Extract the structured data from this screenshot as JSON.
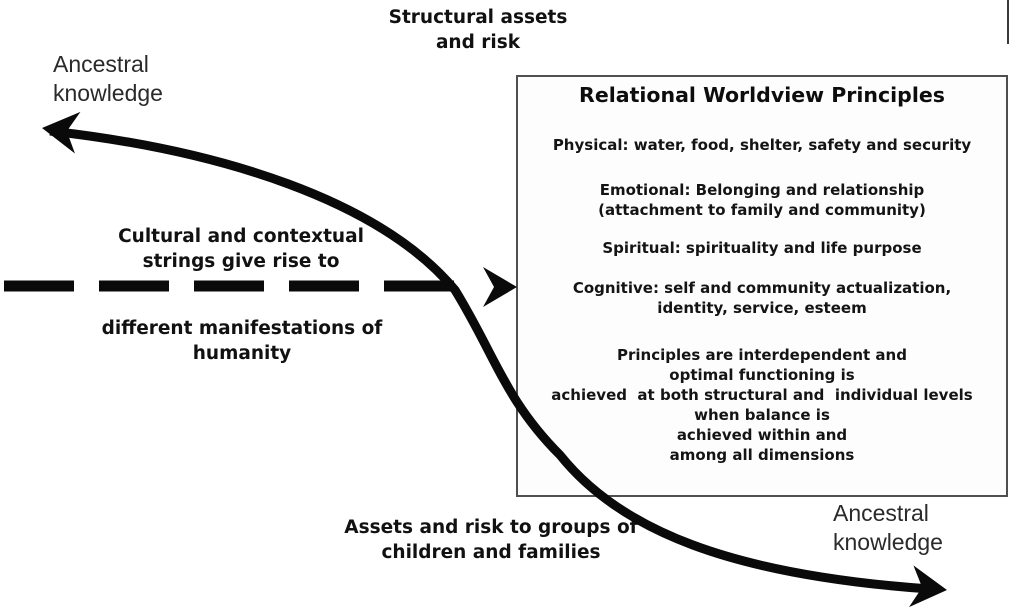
{
  "labels": {
    "structural_assets": "Structural assets\nand risk",
    "ancestral_top_left": "Ancestral\nknowledge",
    "cultural_strings": "Cultural and contextual\nstrings give rise to",
    "manifestations": "different manifestations of\nhumanity",
    "assets_risk_groups": "Assets and risk to groups of\nchildren and families",
    "ancestral_bottom_right": "Ancestral\nknowledge"
  },
  "principles_box": {
    "title": "Relational Worldview Principles",
    "items": [
      "Physical: water, food, shelter, safety and security",
      "Emotional: Belonging and relationship\n(attachment to family and community)",
      "Spiritual: spirituality and life purpose",
      "Cognitive: self and community actualization,\nidentity, service, esteem",
      "Principles are interdependent and\noptimal functioning is\nachieved  at both structural and  individual levels\nwhen balance is\nachieved within and\namong all dimensions"
    ]
  },
  "icons": {
    "s_curve_arrow": "double-headed s-curve arrow linking ancestral knowledge (top-left) to ancestral knowledge (bottom-right)",
    "dashed_arrow": "dashed horizontal arrow pointing right into the principles box"
  },
  "colors": {
    "background": "#ffffff",
    "text": "#111111",
    "arrow": "#0a0a0a",
    "box_border": "#4f4f4f"
  }
}
